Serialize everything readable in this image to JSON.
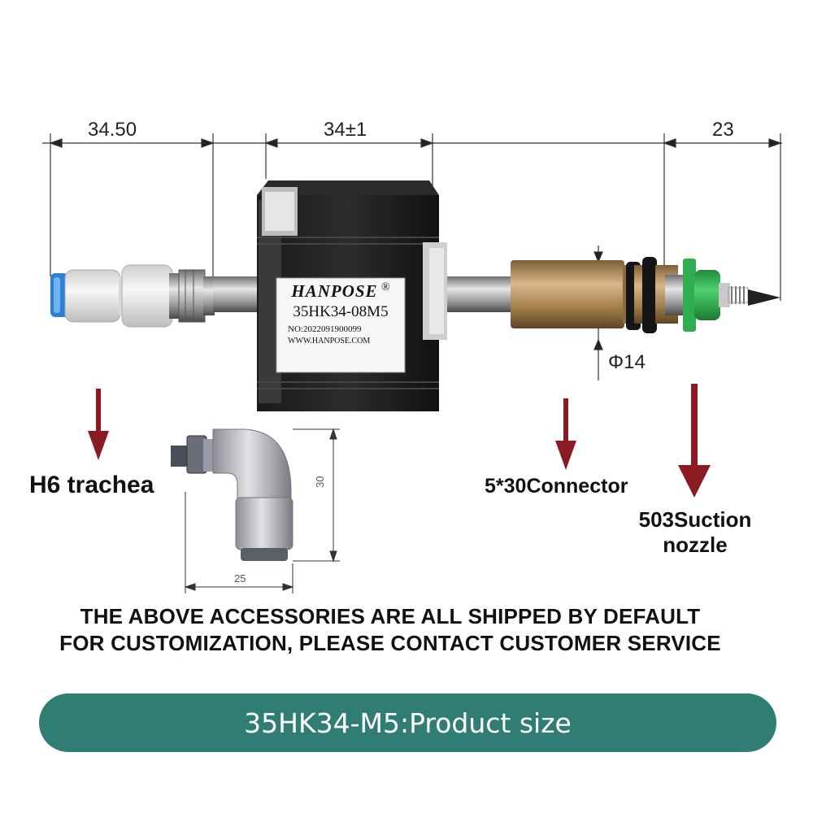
{
  "dimensions": {
    "left_length": "34.50",
    "motor_length": "34±1",
    "right_length": "23",
    "diameter": "Φ14"
  },
  "motor_label": {
    "brand": "HANPOSE",
    "registered": "®",
    "model": "35HK34-08M5",
    "serial": "NO:2022091900099",
    "website": "WWW.HANPOSE.COM"
  },
  "callouts": {
    "trachea": "H6 trachea",
    "connector": "5*30Connector",
    "nozzle_line1": "503Suction",
    "nozzle_line2": "nozzle"
  },
  "elbow": {
    "height": "30",
    "width": "25"
  },
  "notice": {
    "line1": "THE ABOVE ACCESSORIES ARE ALL SHIPPED BY DEFAULT",
    "line2": "FOR CUSTOMIZATION, PLEASE CONTACT CUSTOMER SERVICE"
  },
  "banner": {
    "text": "35HK34-M5:Product size"
  },
  "colors": {
    "banner": "#2f7d74",
    "arrow": "#8b1a22",
    "brass": "#b08a55",
    "nozzle_green": "#2fae4f",
    "fitting_blue": "#2a7fd6"
  }
}
